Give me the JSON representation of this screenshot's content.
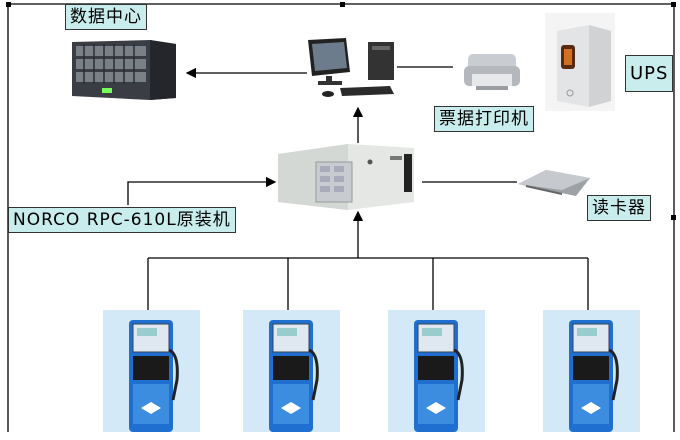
{
  "labels": {
    "data_center": "数据中心",
    "receipt_printer": "票据打印机",
    "ups": "UPS",
    "card_reader": "读卡器",
    "industrial_pc": "NORCO  RPC-610L原装机"
  },
  "colors": {
    "label_fill": "#c9eded",
    "pump_blue": "#1f6fd0",
    "pump_background": "#d3e9f8"
  },
  "pumps": [
    {
      "id": "pump-1"
    },
    {
      "id": "pump-2"
    },
    {
      "id": "pump-3"
    },
    {
      "id": "pump-4"
    }
  ]
}
